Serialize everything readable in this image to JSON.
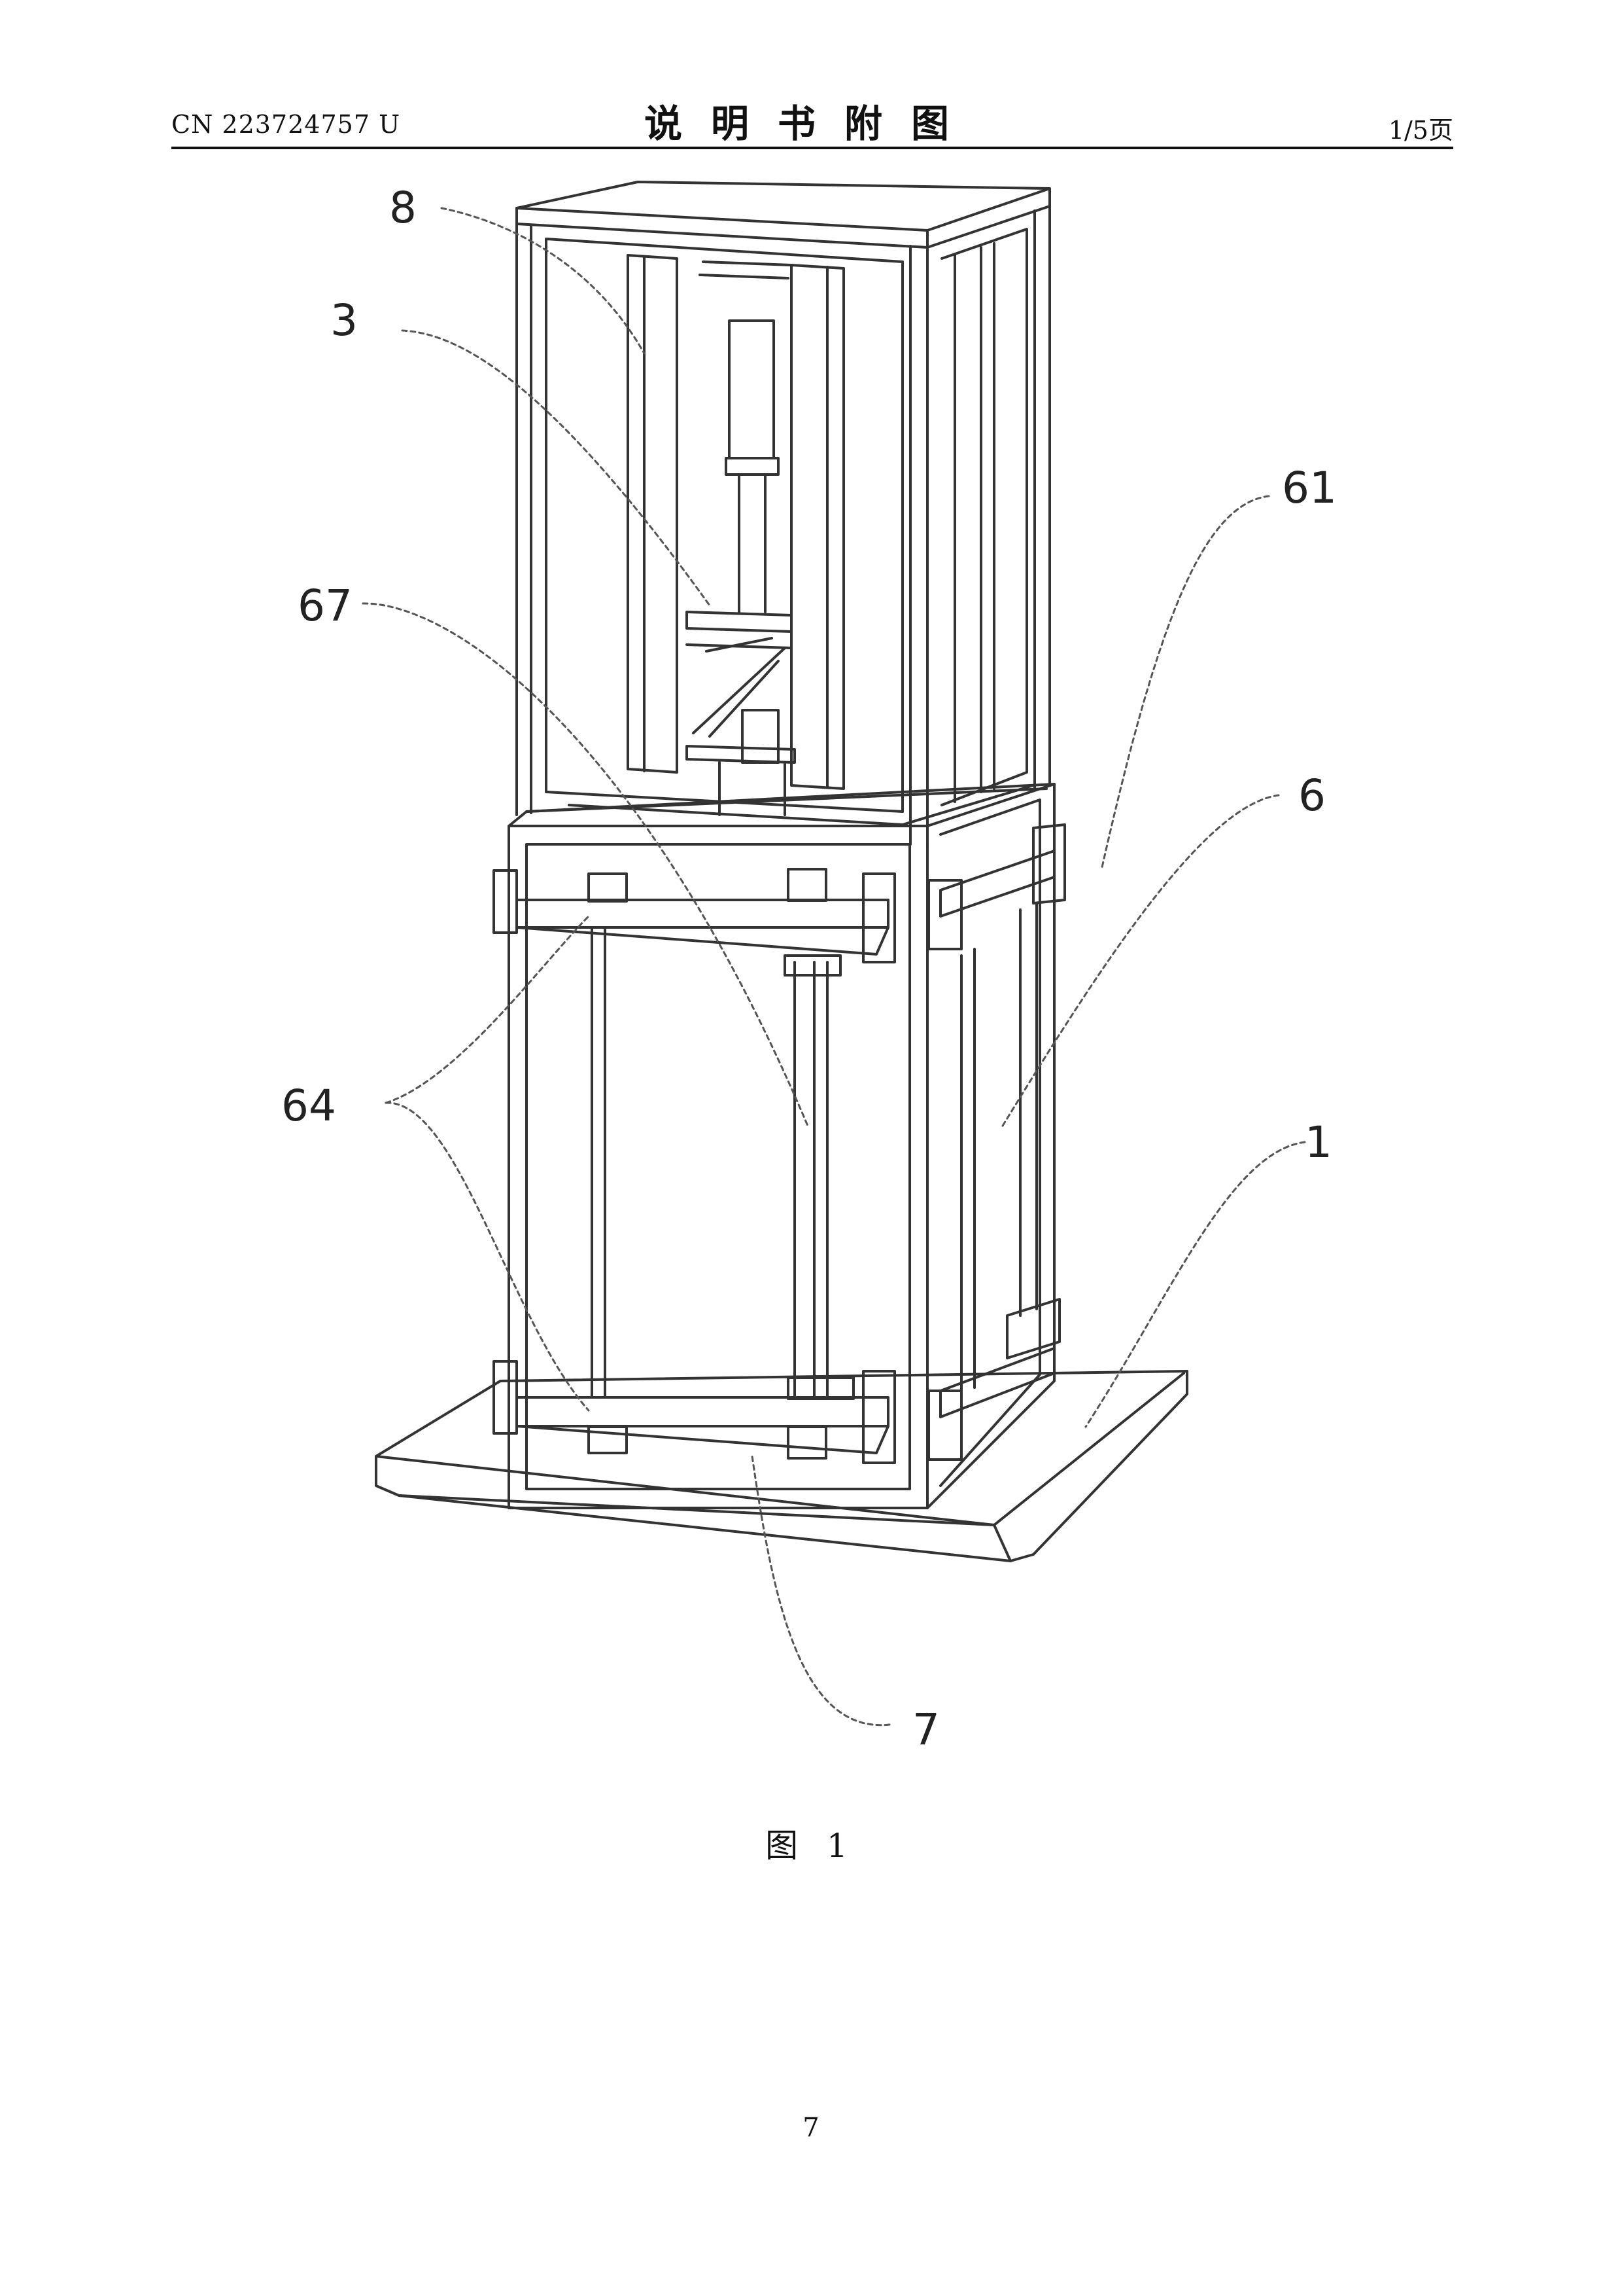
{
  "header": {
    "patent_number": "CN 223724757 U",
    "title": "说明书附图",
    "page_indicator": "1/5页"
  },
  "figure": {
    "caption": "图 1",
    "reference_numerals": [
      "8",
      "3",
      "61",
      "67",
      "6",
      "64",
      "1",
      "7"
    ]
  },
  "footer": {
    "page_number": "7"
  }
}
